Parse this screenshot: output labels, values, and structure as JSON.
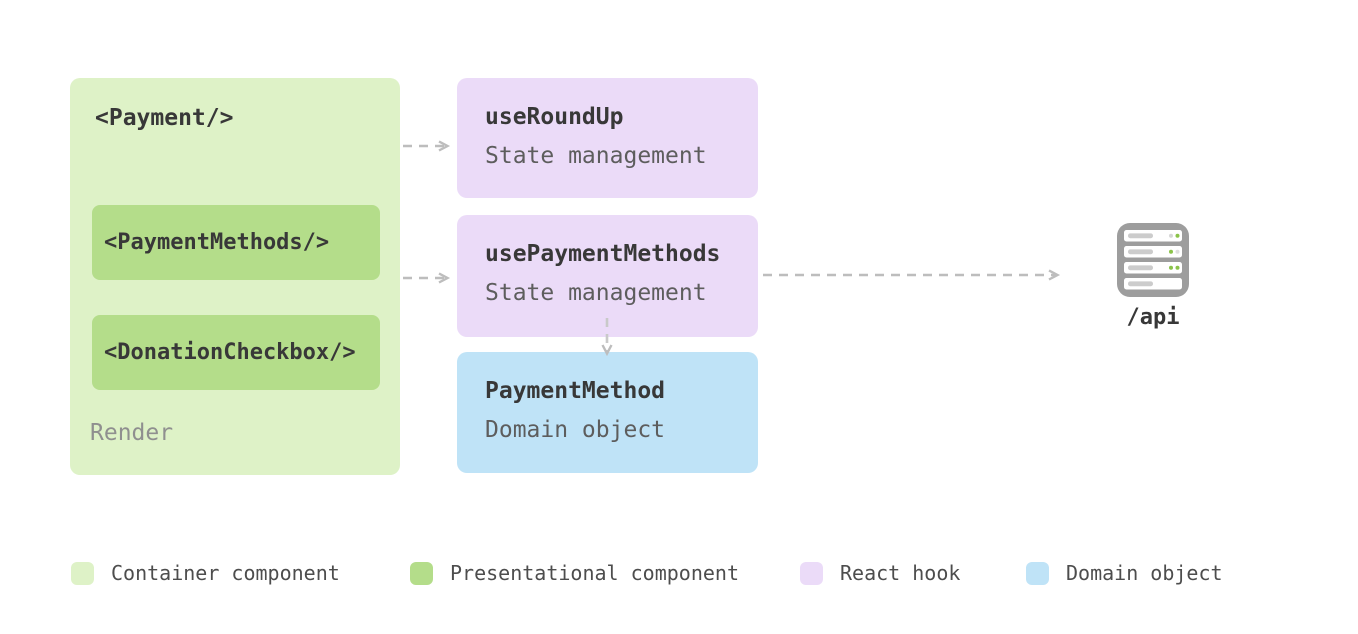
{
  "diagram": {
    "container": {
      "title": "<Payment/>",
      "child1": "<PaymentMethods/>",
      "child2": "<DonationCheckbox/>",
      "footer": "Render"
    },
    "hook1": {
      "title": "useRoundUp",
      "subtitle": "State management"
    },
    "hook2": {
      "title": "usePaymentMethods",
      "subtitle": "State management"
    },
    "domain": {
      "title": "PaymentMethod",
      "subtitle": "Domain object"
    },
    "api": {
      "label": "/api"
    }
  },
  "legend": [
    {
      "label": "Container component",
      "color": "#def2c7"
    },
    {
      "label": "Presentational component",
      "color": "#b4dd8a"
    },
    {
      "label": "React hook",
      "color": "#ebdbf8"
    },
    {
      "label": "Domain object",
      "color": "#bfe3f7"
    }
  ],
  "colors": {
    "container_component": "#def2c7",
    "presentational_component": "#b4dd8a",
    "react_hook": "#ebdbf8",
    "domain_object": "#bfe3f7",
    "arrow": "#bdbdbd",
    "title_text": "#383838",
    "subtitle_text": "#5d5d5d",
    "footer_text": "#8f8f8f",
    "server_led_green": "#8bc34a"
  }
}
